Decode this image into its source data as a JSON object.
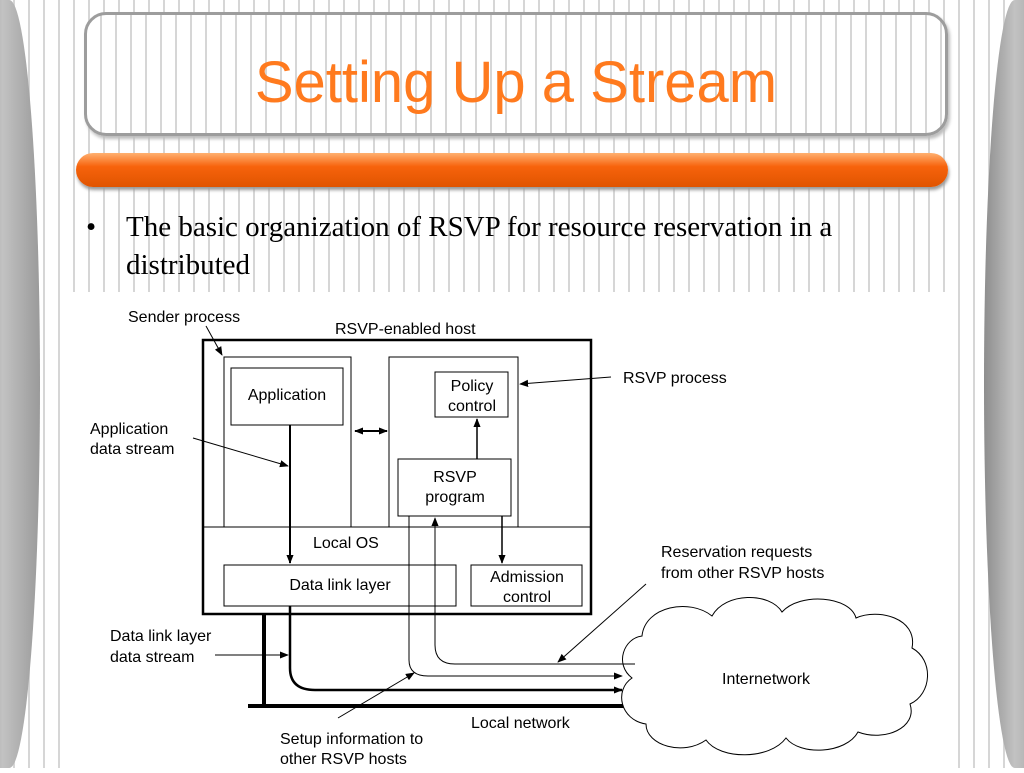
{
  "slide": {
    "title": "Setting Up a Stream",
    "bullet_symbol": "•",
    "bullet_text": "The basic organization of RSVP for resource reservation in a distributed"
  },
  "diagram": {
    "sender_process": "Sender process",
    "rsvp_enabled_host": "RSVP-enabled host",
    "rsvp_process": "RSVP process",
    "application": "Application",
    "policy_control_1": "Policy",
    "policy_control_2": "control",
    "app_stream_1": "Application",
    "app_stream_2": "data stream",
    "rsvp_program_1": "RSVP",
    "rsvp_program_2": "program",
    "local_os": "Local OS",
    "data_link_layer": "Data link layer",
    "admission_control_1": "Admission",
    "admission_control_2": "control",
    "reservation_requests_1": "Reservation requests",
    "reservation_requests_2": "from other RSVP hosts",
    "dll_stream_1": "Data link layer",
    "dll_stream_2": "data stream",
    "internetwork": "Internetwork",
    "local_network": "Local network",
    "setup_info_1": "Setup information to",
    "setup_info_2": "other RSVP hosts"
  },
  "colors": {
    "title": "#ff7a1e",
    "accent_bar": "#f7630c"
  }
}
